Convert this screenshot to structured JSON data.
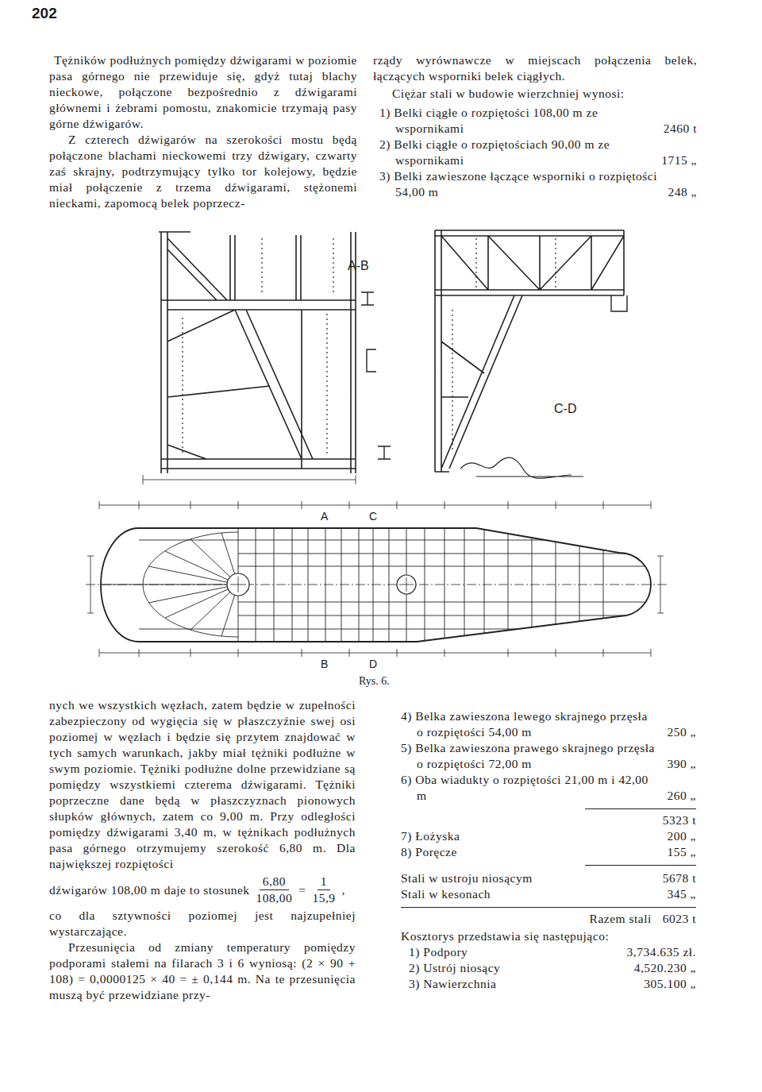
{
  "diagram": {
    "caption": "Rys. 6.",
    "labels": [
      "202",
      "Tężników podłużnych pomiędzy dźwigarami w poziomie pasa górnego nie przewiduje się, gdyż tutaj blachy nieckowe, połączone bezpośrednio z dźwigarami głównemi i żebrami pomostu, znakomicie trzymają pasy górne dźwigarów.",
      "Z czterech dźwigarów na szerokości mostu będą połączone blachami nieckowemi trzy dźwigary, czwarty zaś skrajny, podtrzymujący tylko tor kolejowy, będzie miał połączenie z trzema dźwigarami, stężonemi nieckami, zapomocą belek poprzecz-",
      "rządy wyrównawcze w miejscach połączenia belek, łączących wsporniki belek ciągłych.",
      "Ciężar stali w budowie wierzchniej wynosi:",
      "1) Belki ciągłe o rozpiętości 108,00 m ze wspornikami",
      "2460 t",
      "2) Belki ciągłe o rozpiętościach 90,00 m ze wspornikami",
      "1715 „",
      "3) Belki zawieszone łączące wsporniki o rozpiętości 54,00 m",
      "248 „",
      "nych we wszystkich węzłach, zatem będzie w zupełności zabezpieczony od wygięcia się w płaszczyźnie swej osi poziomej w węzłach i będzie się przytem znajdować w tych samych warunkach, jakby miał tężniki podłużne w swym poziomie. Tężniki podłużne dolne przewidziane są pomiędzy wszystkiemi czterema dźwigarami. Tężniki poprzeczne dane będą w płaszczyznach pionowych słupków głównych, zatem co 9,00 m. Przy odległości pomiędzy dźwigarami 3,40 m, w tężnikach podłużnych pasa górnego otrzymujemy szerokość 6,80 m. Dla największej rozpiętości",
      "dźwigarów 108,00 m daje to stosunek",
      "6,80",
      "108,00",
      "=",
      "1",
      "15,9",
      ",",
      "co dla sztywności poziomej jest najzupełniej wystarczające.",
      "Przesunięcia od zmiany temperatury pomiędzy podporami stałemi na filarach 3 i 6 wyniosą: (2 × 90 + 108) = 0,0000125 × 40 = ± 0,144 m. Na te przesunięcia muszą być przewidziane przy-",
      "4) Belka zawieszona lewego skrajnego przęsła o rozpiętości 54,00 m",
      "250 „",
      "5) Belka zawieszona prawego skrajnego przęsła o rozpiętości 72,00 m",
      "390 „",
      "6) Oba wiadukty o rozpiętości 21,00 m i 42,00 m",
      "260 „",
      "5323 t",
      "7) Łożyska",
      "200 „",
      "8) Poręcze",
      "155 „",
      "Stali w ustroju niosącym",
      "5678 t",
      "Stali w kesonach",
      "345 „",
      "Razem stali",
      "6023 t",
      "Kosztorys przedstawia się następująco:",
      "1) Podpory",
      "3,734.635 zł.",
      "2) Ustrój niosący",
      "4,520.230 „",
      "3) Nawierzchnia",
      "305.100 „",
      "A-B",
      "C-D",
      "A",
      "C",
      "B",
      "D"
    ]
  }
}
